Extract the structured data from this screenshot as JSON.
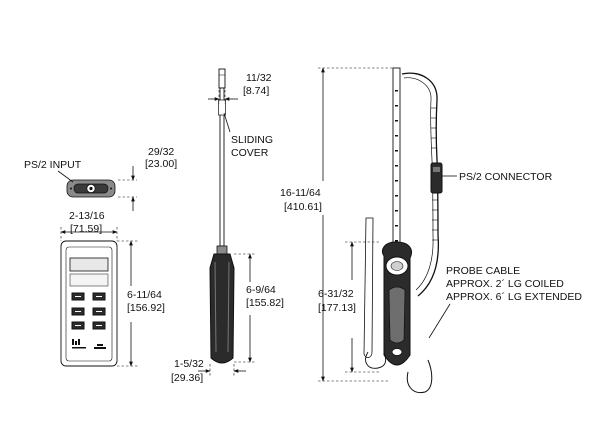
{
  "labels": {
    "ps2_input": "PS/2 INPUT",
    "sliding_cover": [
      "SLIDING",
      "COVER"
    ],
    "ps2_connector": "PS/2 CONNECTOR",
    "probe_cable": [
      "PROBE CABLE",
      "APPROX. 2´ LG COILED",
      "APPROX. 6´ LG EXTENDED"
    ]
  },
  "dimensions": {
    "connector_height": {
      "imperial": "29/32",
      "metric": "[23.00]"
    },
    "meter_width": {
      "imperial": "2-13/16",
      "metric": "[71.59]"
    },
    "meter_height": {
      "imperial": "6-11/64",
      "metric": "[156.92]"
    },
    "probe_tip": {
      "imperial": "11/32",
      "metric": "[8.74]"
    },
    "handle_length": {
      "imperial": "6-9/64",
      "metric": "[155.82]"
    },
    "handle_width": {
      "imperial": "1-5/32",
      "metric": "[29.36]"
    },
    "probe_total": {
      "imperial": "16-11/64",
      "metric": "[410.61]"
    },
    "extended_handle": {
      "imperial": "6-31/32",
      "metric": "[177.13]"
    }
  }
}
